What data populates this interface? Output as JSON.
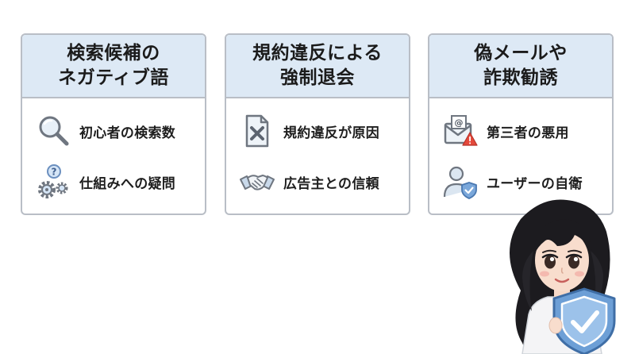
{
  "cards": [
    {
      "title_lines": [
        "検索候補の",
        "ネガティブ語"
      ],
      "items": [
        {
          "label": "初心者の検索数",
          "icon": "magnifier-icon"
        },
        {
          "label": "仕組みへの疑問",
          "icon": "question-gears-icon"
        }
      ]
    },
    {
      "title_lines": [
        "規約違反による",
        "強制退会"
      ],
      "items": [
        {
          "label": "規約違反が原因",
          "icon": "rejected-document-icon"
        },
        {
          "label": "広告主との信頼",
          "icon": "handshake-icon"
        }
      ]
    },
    {
      "title_lines": [
        "偽メールや",
        "詐欺勧誘"
      ],
      "items": [
        {
          "label": "第三者の悪用",
          "icon": "warning-email-icon"
        },
        {
          "label": "ユーザーの自衛",
          "icon": "user-shield-icon"
        }
      ]
    }
  ],
  "colors": {
    "header_bg": "#dde9f5",
    "border": "#b9bec6",
    "shield": "#6d9fd6"
  },
  "illustration": {
    "icon": "girl-with-shield-icon"
  }
}
